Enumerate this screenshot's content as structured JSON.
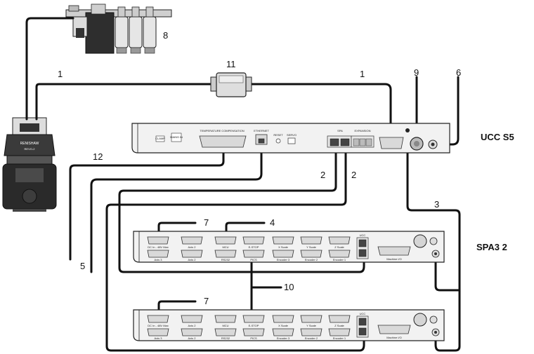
{
  "titles": {
    "ucc": "UCC S5",
    "spa": "SPA3 2"
  },
  "callouts": {
    "c1a": "1",
    "c1b": "1",
    "c2a": "2",
    "c2b": "2",
    "c3": "3",
    "c4": "4",
    "c5": "5",
    "c6": "6",
    "c7a": "7",
    "c7b": "7",
    "c8": "8",
    "c9": "9",
    "c10": "10",
    "c11": "11",
    "c12": "12"
  },
  "probe": {
    "brand": "RENISHAW",
    "model": "REVO-2"
  },
  "ucc_labels": {
    "temp_comp": "TEMPERATURE COMPENSATION",
    "ethernet": "ETHERNET",
    "reset": "RESET",
    "servo": "SERVO",
    "spa": "SPA",
    "expansion": "EXPANSION",
    "clamp": "CLAMP",
    "mains": "MAINS IN"
  },
  "spa_labels": {
    "dc_in": "DC In - 48V Max",
    "axis3": "Axis 3",
    "axis2": "Axis 2",
    "axis1": "Axis 1",
    "mcu": "MCU",
    "rs232": "RS232",
    "estop": "E-STOP",
    "pics": "PICS",
    "xscale": "X Scale",
    "yscale": "Y Scale",
    "zscale": "Z Scale",
    "encoder3": "Encoder 3",
    "encoder2": "Encoder 2",
    "encoder1": "Encoder 1",
    "ucc": "UCC",
    "machine_io": "Machine I/O"
  }
}
